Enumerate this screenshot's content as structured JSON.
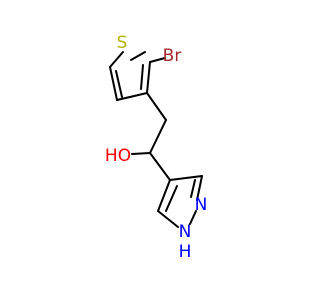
{
  "colors": {
    "bond": "#000000",
    "sulfur": "#b3b300",
    "bromine": "#a52a2a",
    "oxygen": "#ff0000",
    "nitrogen": "#0000ff",
    "background": "#ffffff"
  },
  "atoms": {
    "sulfur": "S",
    "bromine": "Br",
    "oxygen": "HO",
    "nitrogen_pyridine": "N",
    "nitrogen_pyrrole": "N",
    "pyrrole_hydrogen": "H"
  }
}
